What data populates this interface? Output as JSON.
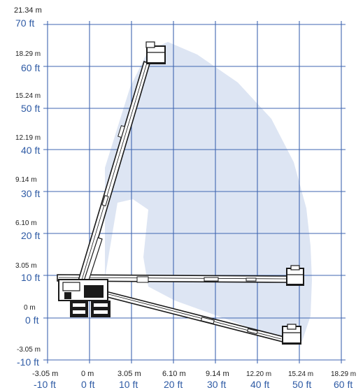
{
  "colors": {
    "grid": "#3f66b0",
    "envelope": "#dde5f3",
    "ft_text": "#2f5ba5",
    "m_text": "#222222",
    "machine": "#1a1a1a"
  },
  "y_axis": {
    "ticks": [
      {
        "m": "21.34 m",
        "ft": "70 ft"
      },
      {
        "m": "18.29 m",
        "ft": "60 ft"
      },
      {
        "m": "15.24 m",
        "ft": "50 ft"
      },
      {
        "m": "12.19 m",
        "ft": "40 ft"
      },
      {
        "m": "9.14 m",
        "ft": "30 ft"
      },
      {
        "m": "6.10 m",
        "ft": "20 ft"
      },
      {
        "m": "3.05 m",
        "ft": "10 ft"
      },
      {
        "m": "0 m",
        "ft": "0 ft"
      },
      {
        "m": "-3.05 m",
        "ft": "-10 ft"
      }
    ]
  },
  "x_axis": {
    "ticks": [
      {
        "m": "-3.05 m",
        "ft": "-10 ft"
      },
      {
        "m": "0 m",
        "ft": "0 ft"
      },
      {
        "m": "3.05 m",
        "ft": "10 ft"
      },
      {
        "m": "6.10 m",
        "ft": "20 ft"
      },
      {
        "m": "9.14 m",
        "ft": "30 ft"
      },
      {
        "m": "12.20 m",
        "ft": "40 ft"
      },
      {
        "m": "15.24 m",
        "ft": "50 ft"
      },
      {
        "m": "18.29 m",
        "ft": "60 ft"
      }
    ]
  },
  "machine_positions": [
    {
      "name": "full-height",
      "platform_height_ft": 63,
      "outreach_ft": 16
    },
    {
      "name": "horizontal",
      "platform_height_ft": 8,
      "outreach_ft": 51
    },
    {
      "name": "below-grade",
      "platform_height_ft": -4,
      "outreach_ft": 49
    }
  ]
}
